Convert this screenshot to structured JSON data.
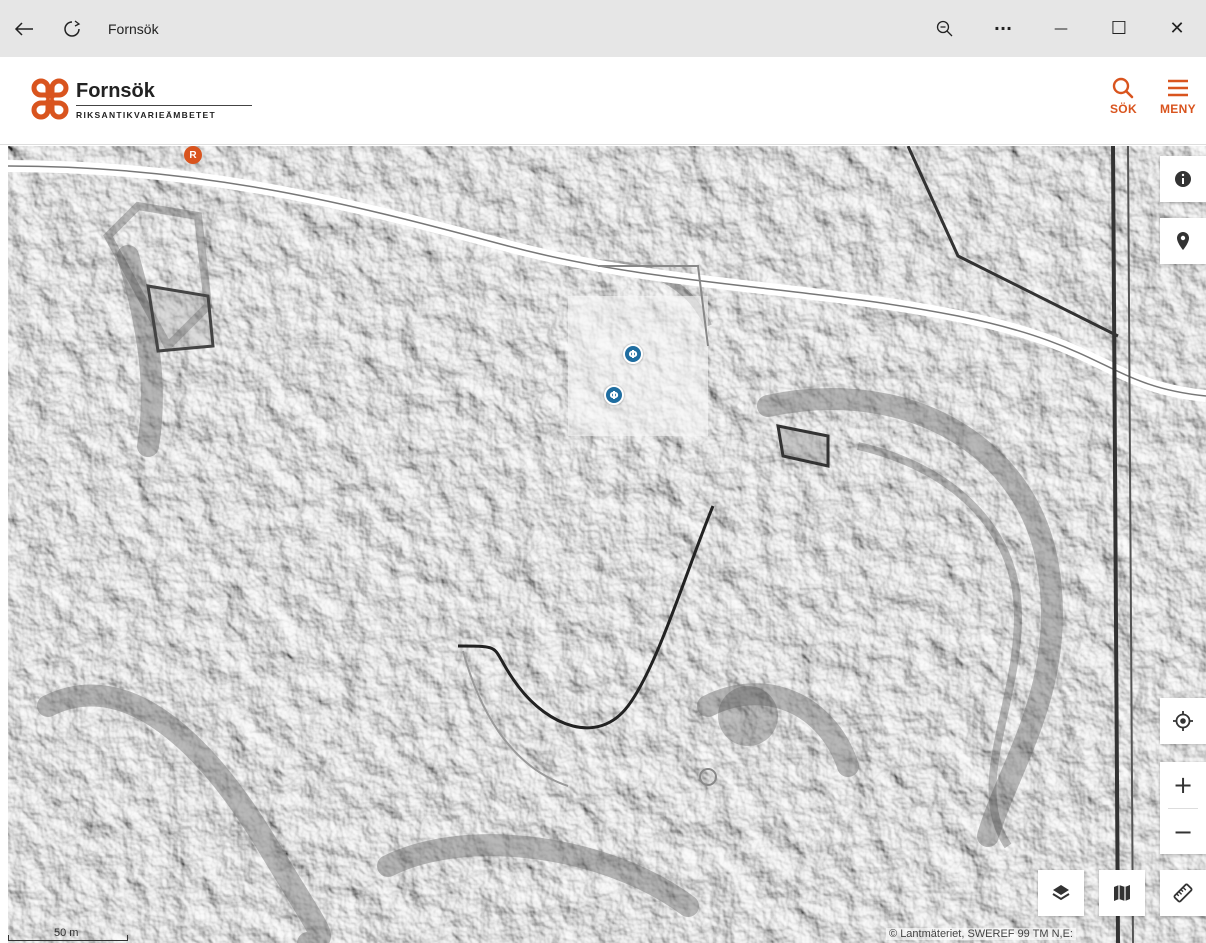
{
  "window": {
    "title": "Fornsök",
    "back_icon": "back-arrow-icon",
    "refresh_icon": "refresh-icon",
    "zoom_icon": "zoom-out-icon",
    "more_label": "···",
    "minimize_label": "—",
    "maximize_label": "☐",
    "close_label": "✕"
  },
  "header": {
    "logo_name": "Fornsök",
    "logo_sub": "RIKSANTIKVARIEÄMBETET",
    "search_label": "SÖK",
    "menu_label": "MENY",
    "accent": "#d9541e"
  },
  "map": {
    "markers": [
      {
        "type": "blue",
        "label": "Φ"
      },
      {
        "type": "blue",
        "label": "Φ"
      },
      {
        "type": "orange",
        "label": "R"
      }
    ],
    "controls": {
      "info_icon": "info-icon",
      "location_pin_icon": "location-pin-icon",
      "geolocate_icon": "geolocate-icon",
      "zoom_in_label": "+",
      "zoom_out_label": "−",
      "layers_icon": "layers-icon",
      "basemap_icon": "map-icon",
      "measure_icon": "ruler-icon"
    },
    "scale_label": "50 m",
    "attribution": "© Lantmäteriet, SWEREF 99 TM N,E:"
  }
}
